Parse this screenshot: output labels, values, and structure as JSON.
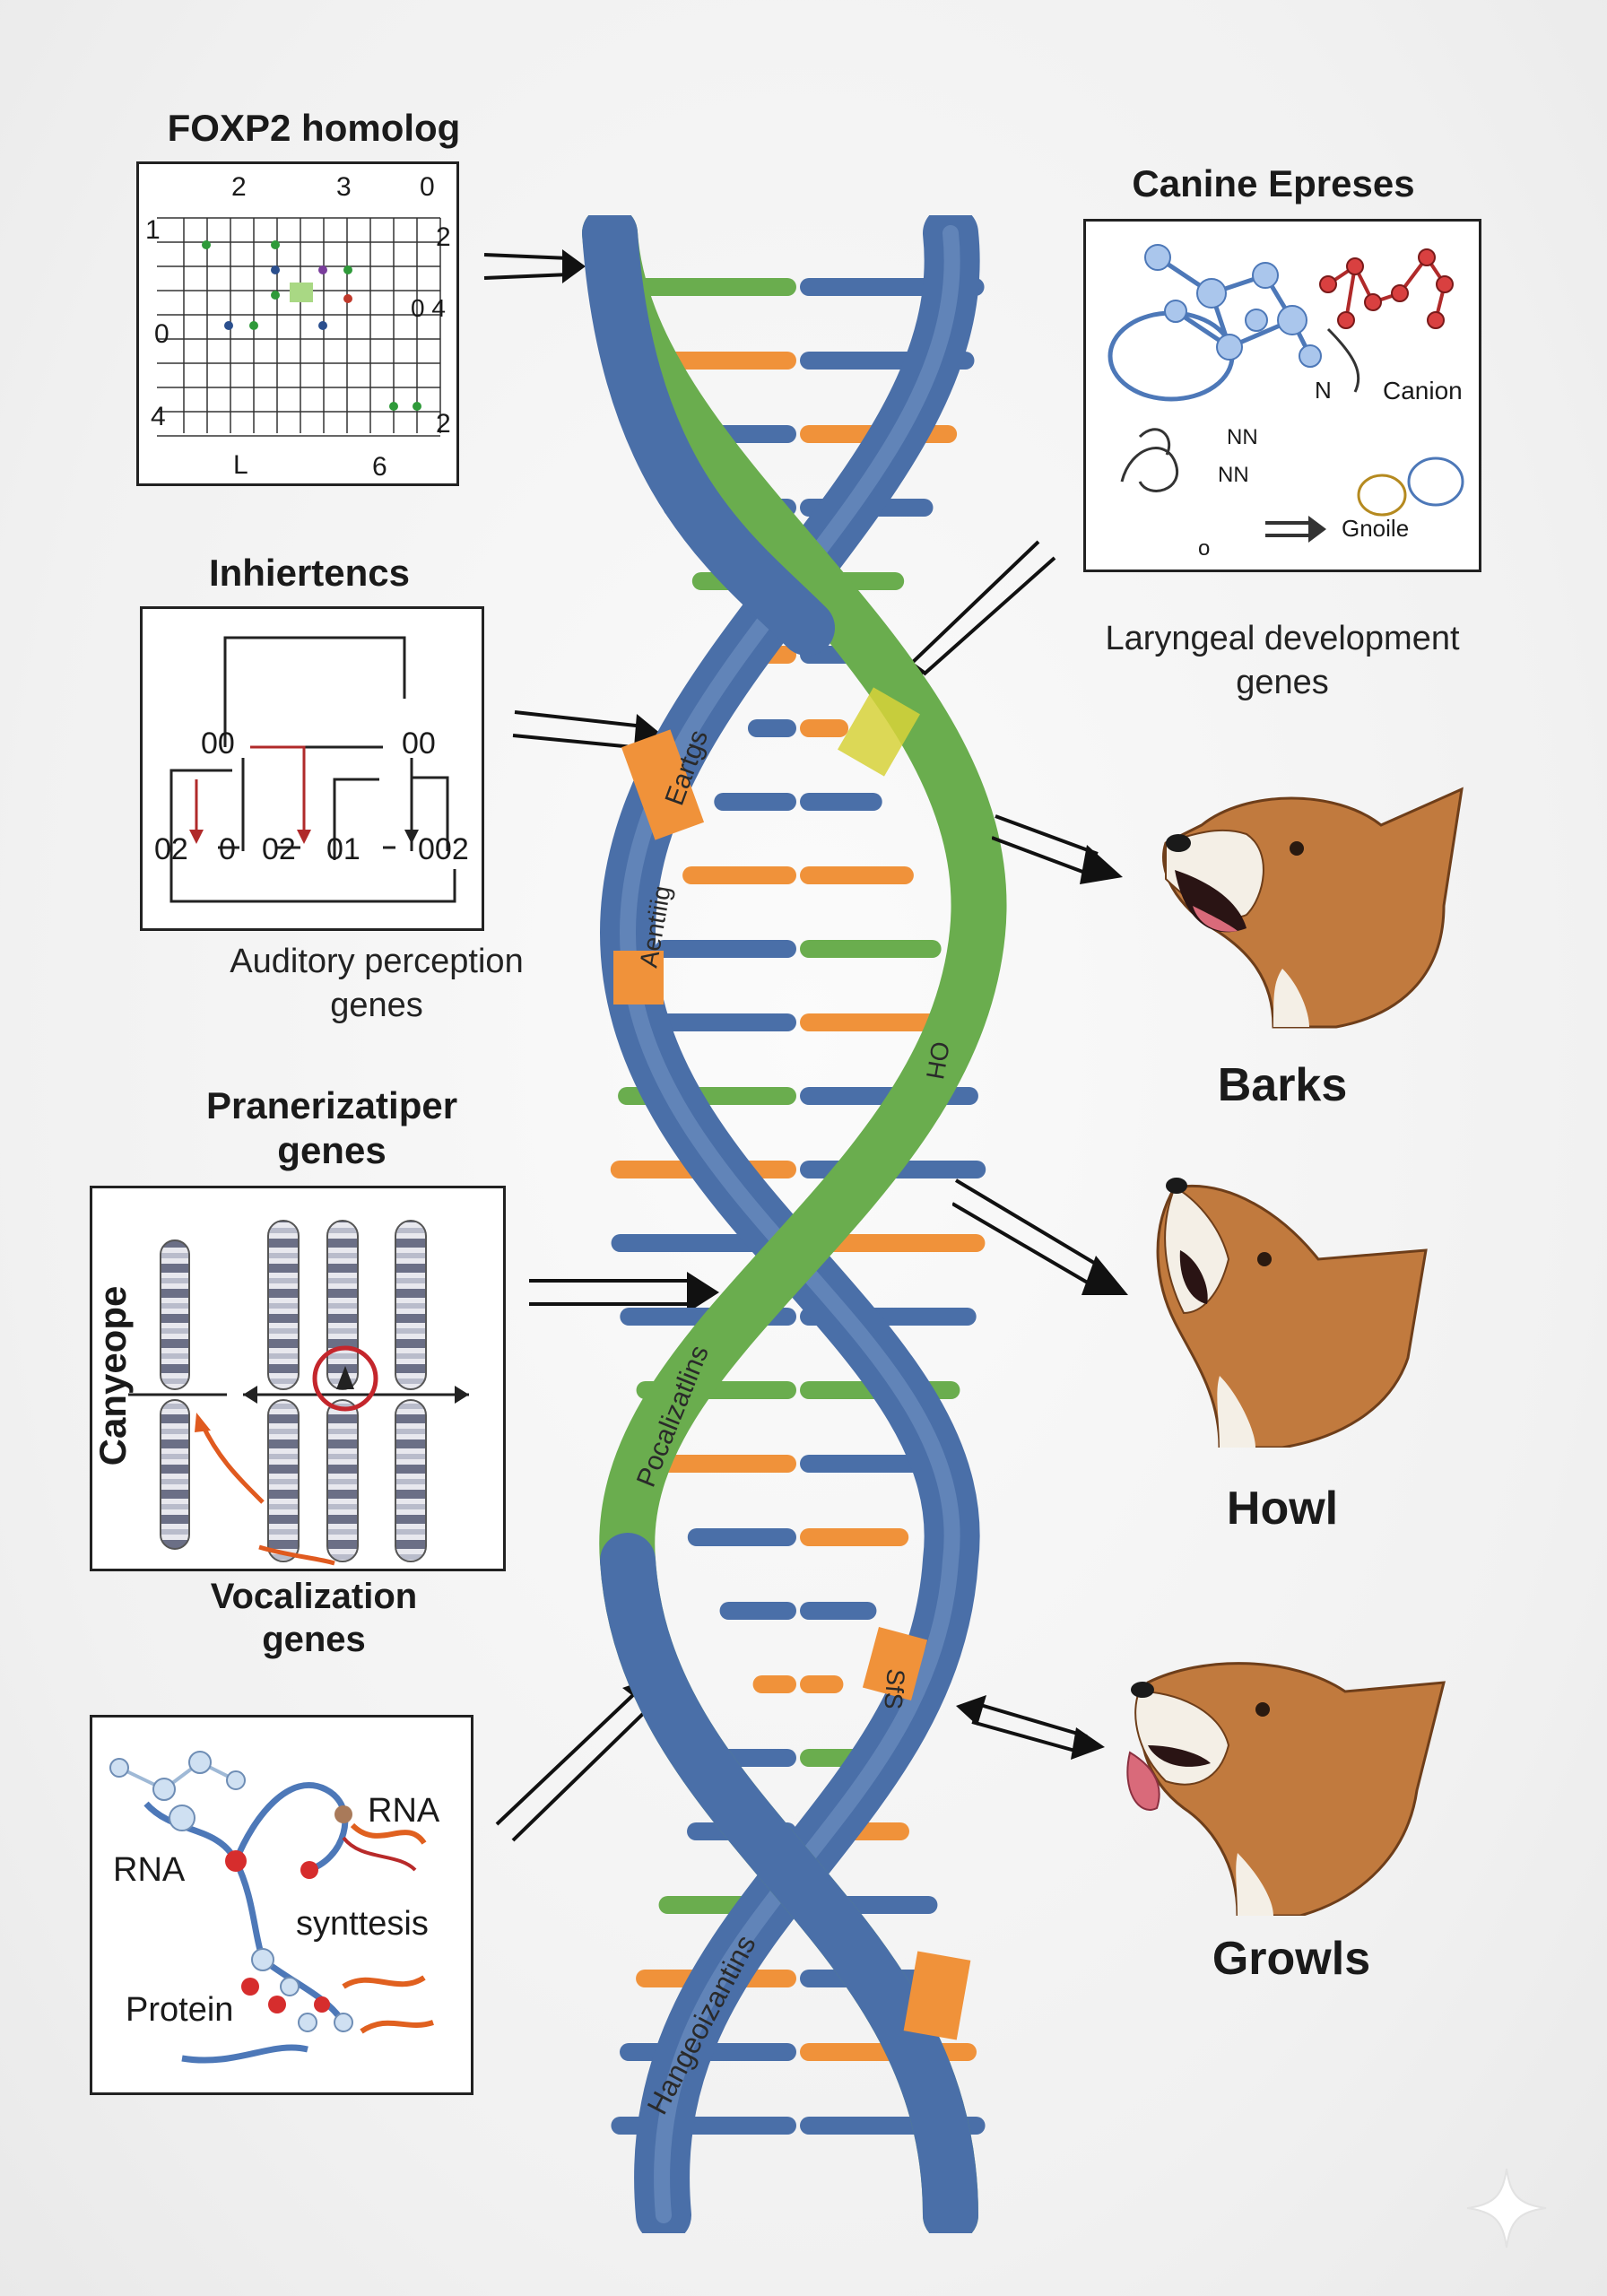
{
  "panels": {
    "foxp2": {
      "title": "FOXP2 homolog",
      "top_numbers": [
        "2",
        "3",
        "0"
      ],
      "left_numbers": [
        "1",
        "0",
        "4"
      ],
      "right_numbers": [
        "2",
        "0 4",
        "2"
      ],
      "bottom_numbers": [
        "L",
        "6"
      ]
    },
    "canine": {
      "title": "Canine Epreses",
      "labels": [
        "N",
        "Canion",
        "NN",
        "NN",
        "o",
        "Gnoile"
      ]
    },
    "laryngeal": {
      "caption": "Laryngeal development genes"
    },
    "inheritance": {
      "title": "Inhiertencs",
      "nodes": [
        "00",
        "00",
        "02",
        "0",
        "02",
        "01",
        "002"
      ],
      "caption": "Auditory perception genes"
    },
    "karyotype": {
      "title": "Pranerizatiper genes",
      "side_label": "Canyeope",
      "caption": "Vocalization genes"
    },
    "rna": {
      "labels": [
        "RNA",
        "RNA",
        "synttesis",
        "Protein"
      ]
    }
  },
  "helix": {
    "colors": {
      "blue": "#4a6fa8",
      "green": "#6aad4e",
      "orange": "#f0923a",
      "yellow": "#d7d23a"
    },
    "strand_labels": [
      "Eartgs",
      "Aentiiig",
      "OH",
      "Pocalizatlins",
      "SfS",
      "Hangeoizantins"
    ]
  },
  "dogs": [
    {
      "label": "Barks"
    },
    {
      "label": "Howl"
    },
    {
      "label": "Growls"
    }
  ]
}
